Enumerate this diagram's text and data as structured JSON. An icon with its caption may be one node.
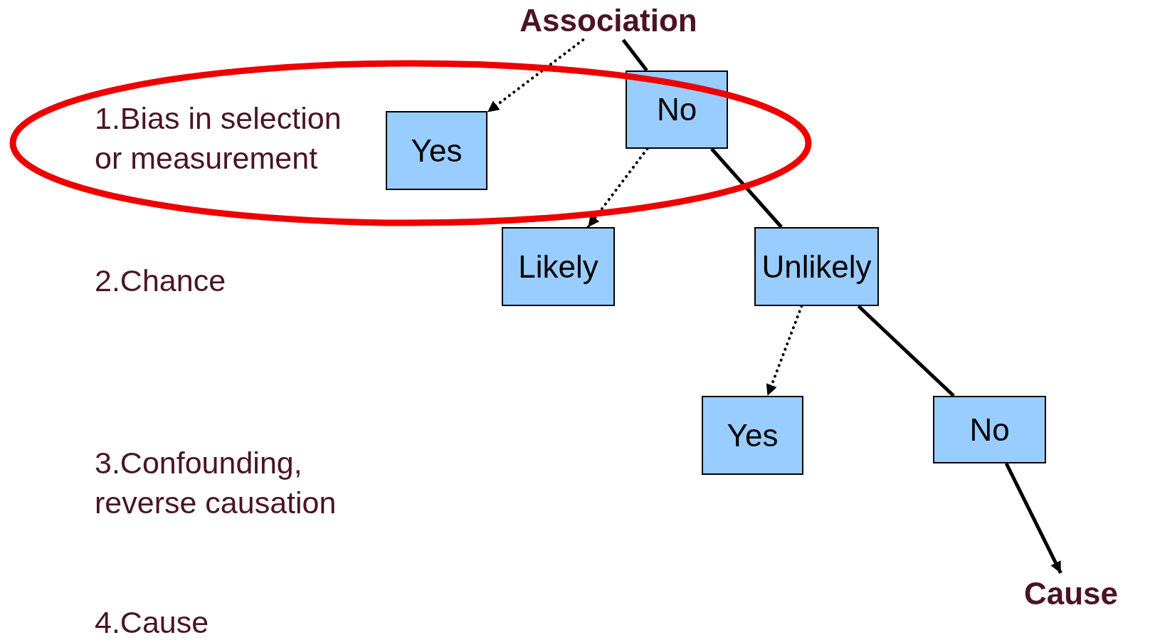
{
  "diagram": {
    "nodes": [
      {
        "text": [
          "Association"
        ]
      },
      {
        "text": [
          "No"
        ]
      },
      {
        "text": [
          "Yes"
        ]
      },
      {
        "text": [
          "Likely"
        ]
      },
      {
        "text": [
          "Unlikely"
        ]
      },
      {
        "text": [
          "Yes"
        ]
      },
      {
        "text": [
          "No"
        ]
      },
      {
        "text": [
          "Cause"
        ]
      }
    ],
    "edges": [
      {
        "from": 0,
        "to": 1,
        "arrow": "none"
      },
      {
        "from": 1,
        "to": 4,
        "arrow": "none"
      },
      {
        "from": 4,
        "to": 6,
        "arrow": "none"
      },
      {
        "from": 6,
        "to": 7,
        "arrow": "to"
      },
      {
        "from": 0,
        "to": 2,
        "arrow": "to",
        "style": "dashed"
      },
      {
        "from": 1,
        "to": 3,
        "arrow": "to",
        "style": "dashed"
      },
      {
        "from": 4,
        "to": 5,
        "arrow": "to",
        "style": "dashed"
      }
    ],
    "labels": [
      "1.Bias in selection or measurement",
      "2.Chance",
      "3.Confounding, reverse causation",
      "4.Cause"
    ]
  }
}
